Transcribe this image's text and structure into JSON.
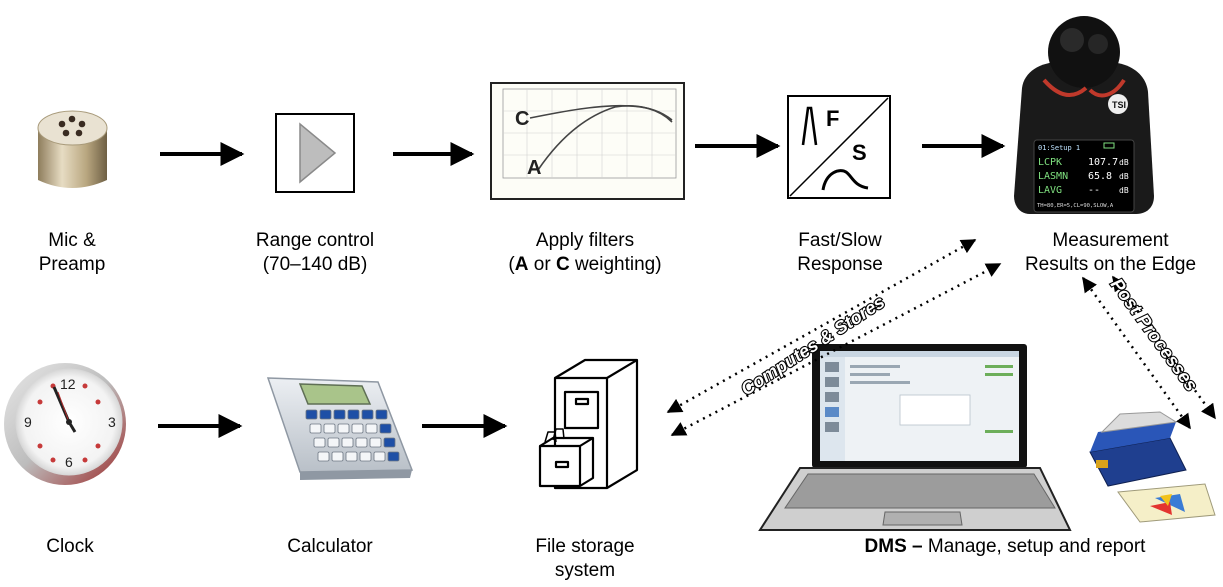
{
  "top_row": {
    "mic": {
      "line1": "Mic &",
      "line2": "Preamp"
    },
    "range": {
      "line1": "Range control",
      "line2": "(70–140 dB)"
    },
    "filters": {
      "line1": "Apply filters",
      "line2_pre": "(",
      "line2_a": "A",
      "line2_mid": " or ",
      "line2_c": "C",
      "line2_post": " weighting)"
    },
    "response": {
      "line1": "Fast/Slow",
      "line2": "Response"
    },
    "measurement": {
      "line1": "Measurement",
      "line2": "Results on the Edge"
    }
  },
  "bottom_row": {
    "clock": {
      "label": "Clock"
    },
    "calculator": {
      "label": "Calculator"
    },
    "storage": {
      "line1": "File storage",
      "line2": "system"
    },
    "dms": {
      "bold": "DMS –",
      "rest": " Manage, setup and report"
    }
  },
  "icons": {
    "filter_c": "C",
    "filter_a": "A",
    "response_f": "F",
    "response_s": "S",
    "meter_rows": [
      {
        "name": "LCPK",
        "value": "107.7",
        "unit": "dB"
      },
      {
        "name": "LASMN",
        "value": "65.8",
        "unit": "dB"
      },
      {
        "name": "LAVG",
        "value": "--",
        "unit": "dB"
      }
    ],
    "meter_setup": "01:Setup 1",
    "meter_footer": "TH=80,ER=5,CL=90,SLOW,A",
    "clock_numbers": [
      "12",
      "3",
      "6",
      "9"
    ]
  },
  "annotations": {
    "computes": "Computes & Stores",
    "post": "Post Processes"
  },
  "colors": {
    "arrow": "#000000",
    "meter_screen_text": "#7fe07f",
    "meter_screen_value": "#ffffff",
    "meter_accent": "#c0392b",
    "keypad_blue": "#1e4fa6",
    "lcd_green": "#a9c48a"
  }
}
